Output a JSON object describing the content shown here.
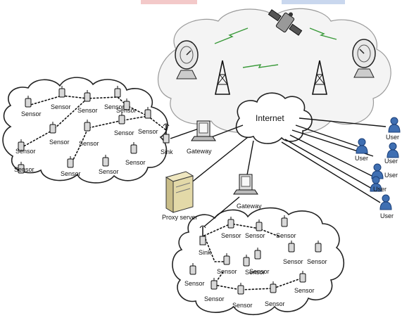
{
  "labels": {
    "internet": "Internet",
    "gateway": "Gateway",
    "proxy_server": "Proxy server",
    "sink": "Sink",
    "sensor": "Sensor",
    "user": "User"
  },
  "colors": {
    "cloud_outline": "#222222",
    "satellite_cloud": "#f4f4f4",
    "user_icon": "#3f6fb2",
    "radio_link": "#3a9a3a",
    "proxy_server": "#e3d9a8",
    "top_banner_left": "#c62828",
    "top_banner_right": "#3f6fb2"
  },
  "icons": {
    "satellite": "satellite-icon",
    "dish": "satellite-dish-icon",
    "tower": "radio-tower-icon",
    "gateway": "desktop-computer-icon",
    "proxy": "server-icon",
    "sensor": "sensor-node-icon",
    "sink": "antenna-sink-icon",
    "user": "person-icon"
  }
}
